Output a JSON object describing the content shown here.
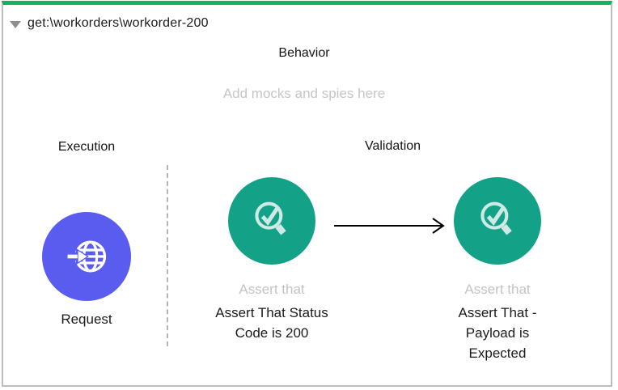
{
  "header": {
    "title": "get:\\workorders\\workorder-200"
  },
  "behavior": {
    "label": "Behavior",
    "placeholder": "Add mocks and spies here"
  },
  "execution": {
    "label": "Execution"
  },
  "validation": {
    "label": "Validation"
  },
  "nodes": {
    "request": {
      "label": "Request"
    },
    "assert_status": {
      "type_label": "Assert that",
      "label": "Assert That Status Code is 200"
    },
    "assert_payload": {
      "type_label": "Assert that",
      "label": "Assert That - Payload is Expected"
    }
  },
  "icons": {
    "disclosure": "triangle-down-icon",
    "request": "globe-arrow-icon",
    "assert": "magnifier-check-icon"
  },
  "colors": {
    "accent_green": "#17b05c",
    "border_gray": "#bdbdbd",
    "node_purple": "#5a5cf0",
    "node_teal": "#13a287",
    "icon_mint": "#cfeae4",
    "muted_text": "#c4c6c8"
  }
}
